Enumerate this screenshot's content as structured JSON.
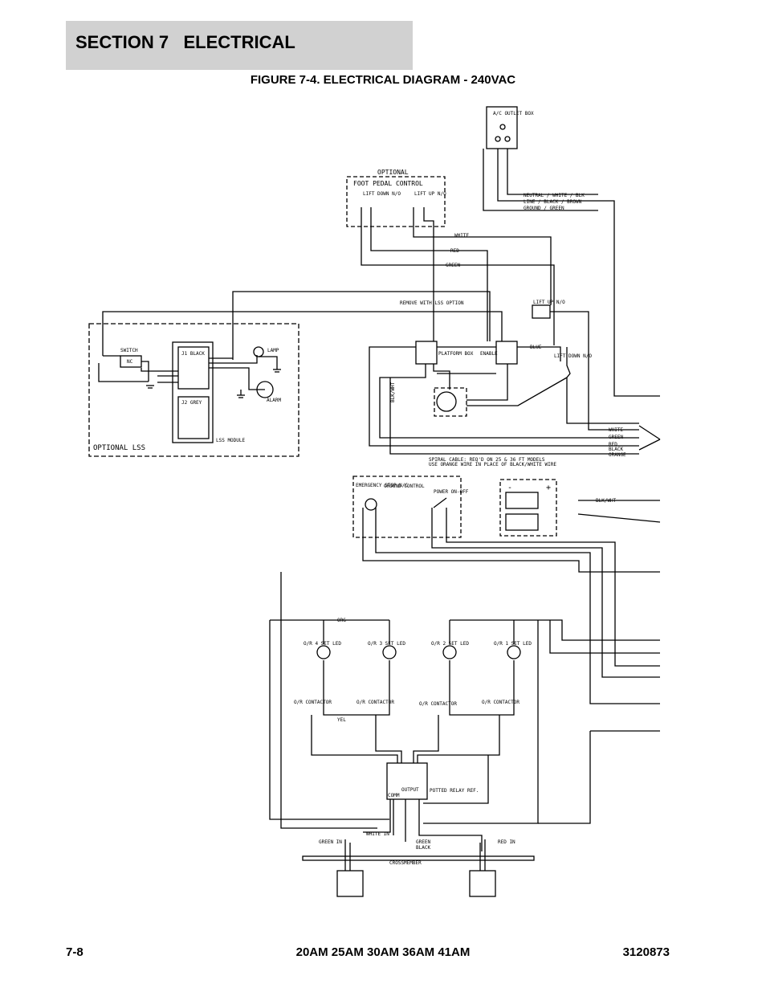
{
  "header": {
    "section": "SECTION 7   ELECTRICAL",
    "figure_title": "FIGURE 7-4. ELECTRICAL DIAGRAM - 240VAC"
  },
  "diagram": {
    "optional_top": "OPTIONAL",
    "foot_pedal_control": "FOOT PEDAL CONTROL",
    "lift_down": "LIFT DOWN N/O",
    "lift_up": "LIFT UP N/O",
    "ac_outlet_box": "A/C OUTLET BOX",
    "outlet_wires": [
      "NEUTRAL / WHITE / BLK",
      "LINE / BLACK / BROWN",
      "GROUND / GREEN"
    ],
    "white": "WHITE",
    "red": "RED",
    "green": "GREEN",
    "remove_with_lss": "REMOVE WITH LSS OPTION",
    "lift_up_no": "LIFT UP N/O",
    "lift_down_no": "LIFT DOWN N/O",
    "platform_box": "PLATFORM BOX",
    "enable": "ENABLE",
    "blk_wht": "BLK/WHT",
    "blue": "BLUE",
    "cable_colors": [
      "WHITE",
      "GREEN",
      "RED",
      "BLACK",
      "ORANGE"
    ],
    "spiral_note_1": "SPIRAL CABLE:  REQ'D ON 25 & 36 FT MODELS",
    "spiral_note_2": "USE ORANGE WIRE IN PLACE OF BLACK/WHITE WIRE",
    "switch": "SWITCH",
    "nc": "NC",
    "j1_black": "J1 BLACK",
    "j2_grey": "J2 GREY",
    "lss_module": "LSS MODULE",
    "lamp": "LAMP",
    "alarm": "ALARM",
    "optional_lss": "OPTIONAL LSS",
    "ground_control": "GROUND CONTROL",
    "emergency_stop": "EMERGENCY STOP N/C",
    "power_on_off": "POWER ON-OFF",
    "blk_wht_wire": "BLK/WHT",
    "battery_minus": "-",
    "battery_plus": "+",
    "ol_set_led": [
      "O/R 4 SET LED",
      "O/R 3 SET LED",
      "O/R 2 SET LED",
      "O/R 1 SET LED"
    ],
    "ol_contactor": [
      "O/R CONTACTOR",
      "O/R CONTACTOR",
      "O/R CONTACTOR",
      "O/R CONTACTOR"
    ],
    "org": "ORG",
    "yel": "YEL",
    "potted_relay": "POTTED RELAY REF.",
    "common": "COMM",
    "output": "OUTPUT",
    "green_in": "GREEN IN",
    "white_in": "WHITE IN",
    "red_in": "RED IN",
    "green_black": [
      "GREEN",
      "BLACK"
    ],
    "crossmember": "CROSSMEMBER"
  },
  "footer": {
    "page": "7-8",
    "models": "20AM 25AM 30AM 36AM 41AM",
    "doc": "3120873"
  }
}
